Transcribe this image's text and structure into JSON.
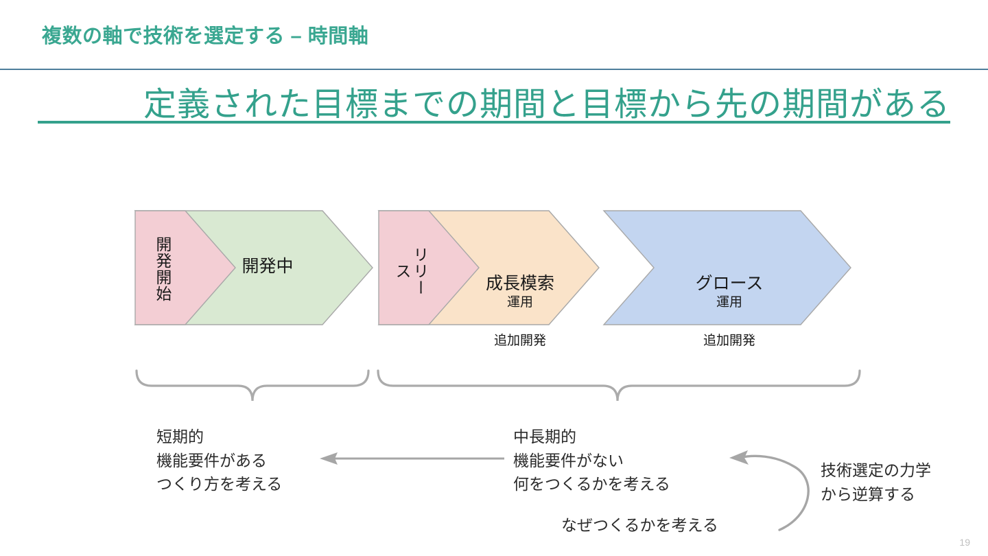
{
  "header": {
    "title": "複数の軸で技術を選定する – 時間軸",
    "accent_color": "#3aa791",
    "rule_color": "#4d7e9b"
  },
  "heading": {
    "text": "定義された目標までの期間と目標から先の期間がある",
    "color": "#34a18c",
    "underline_color": "#34a18c"
  },
  "diagram": {
    "phases": [
      {
        "id": "dev-start",
        "label": "開発開始",
        "orientation": "vertical",
        "fill": "#f3ced4",
        "stroke": "#a8a8a8"
      },
      {
        "id": "dev-in-progress",
        "label": "開発中",
        "orientation": "horizontal",
        "fill": "#d9e9d2",
        "stroke": "#a8a8a8"
      },
      {
        "id": "release",
        "label": "リリース",
        "orientation": "vertical",
        "fill": "#f3ced4",
        "stroke": "#a8a8a8"
      },
      {
        "id": "growth-search",
        "label": "成長模索",
        "sub_label_1": "運用",
        "sub_label_2": "追加開発",
        "orientation": "horizontal",
        "fill": "#fae3c9",
        "stroke": "#a8a8a8"
      },
      {
        "id": "growth",
        "label": "グロース",
        "sub_label_1": "運用",
        "sub_label_2": "追加開発",
        "orientation": "horizontal",
        "fill": "#c3d5f0",
        "stroke": "#a8a8a8"
      }
    ],
    "brace_color": "#ababab",
    "arrow_color": "#a6a6a6"
  },
  "annotations": {
    "short_term": "短期的\n機能要件がある\nつくり方を考える",
    "mid_long_term": "中長期的\n機能要件がない\n何をつくるかを考える",
    "why_build": "なぜつくるかを考える",
    "tech_dynamics": "技術選定の力学\nから逆算する"
  },
  "footer": {
    "page_number": "19"
  }
}
